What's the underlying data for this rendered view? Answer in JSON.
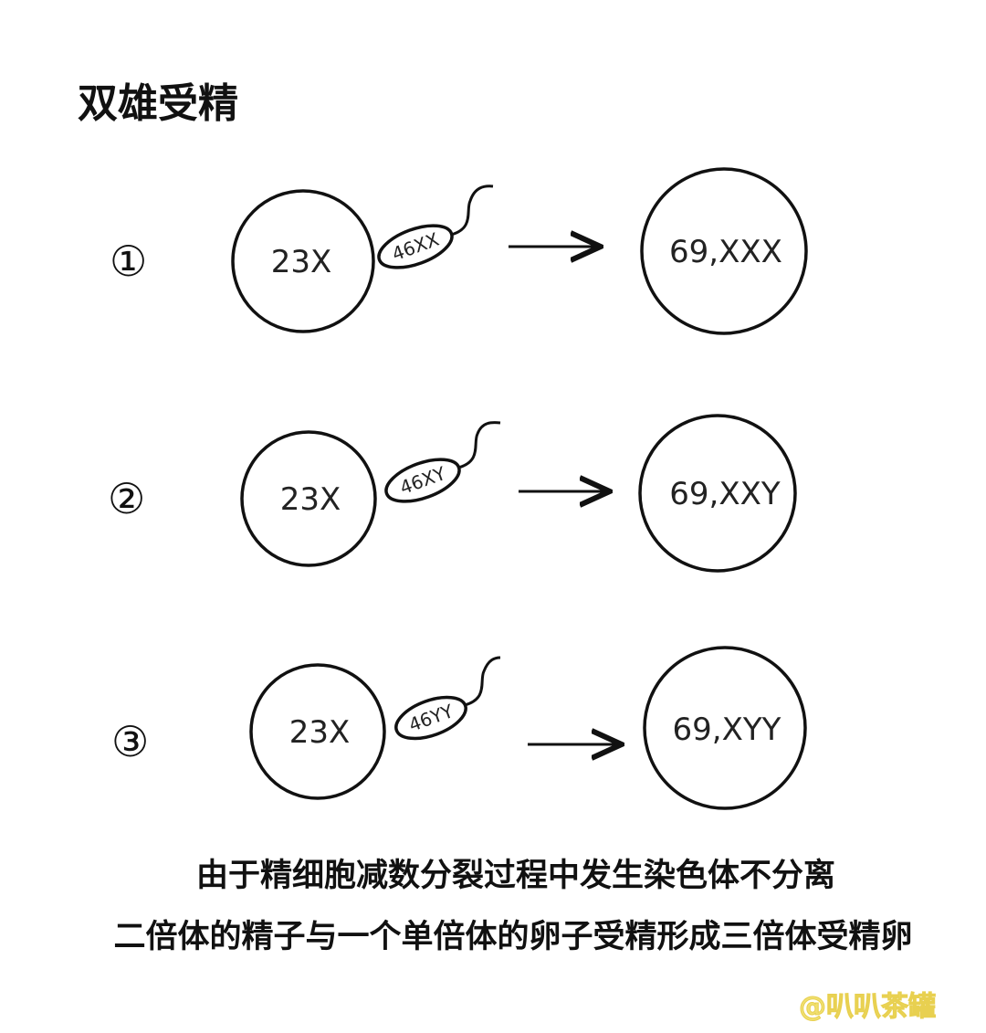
{
  "title": "双雄受精",
  "rows": [
    {
      "label": "①",
      "egg": "23X",
      "sperm": "46XX",
      "result": "69,XXX"
    },
    {
      "label": "②",
      "egg": "23X",
      "sperm": "46XY",
      "result": "69,XXY"
    },
    {
      "label": "③",
      "egg": "23X",
      "sperm": "46YY",
      "result": "69,XYY"
    }
  ],
  "caption": [
    "由于精细胞减数分裂过程中发生染色体不分离",
    "二倍体的精子与一个单倍体的卵子受精形成三倍体受精卵"
  ],
  "watermark": "@叭叭茶罐"
}
